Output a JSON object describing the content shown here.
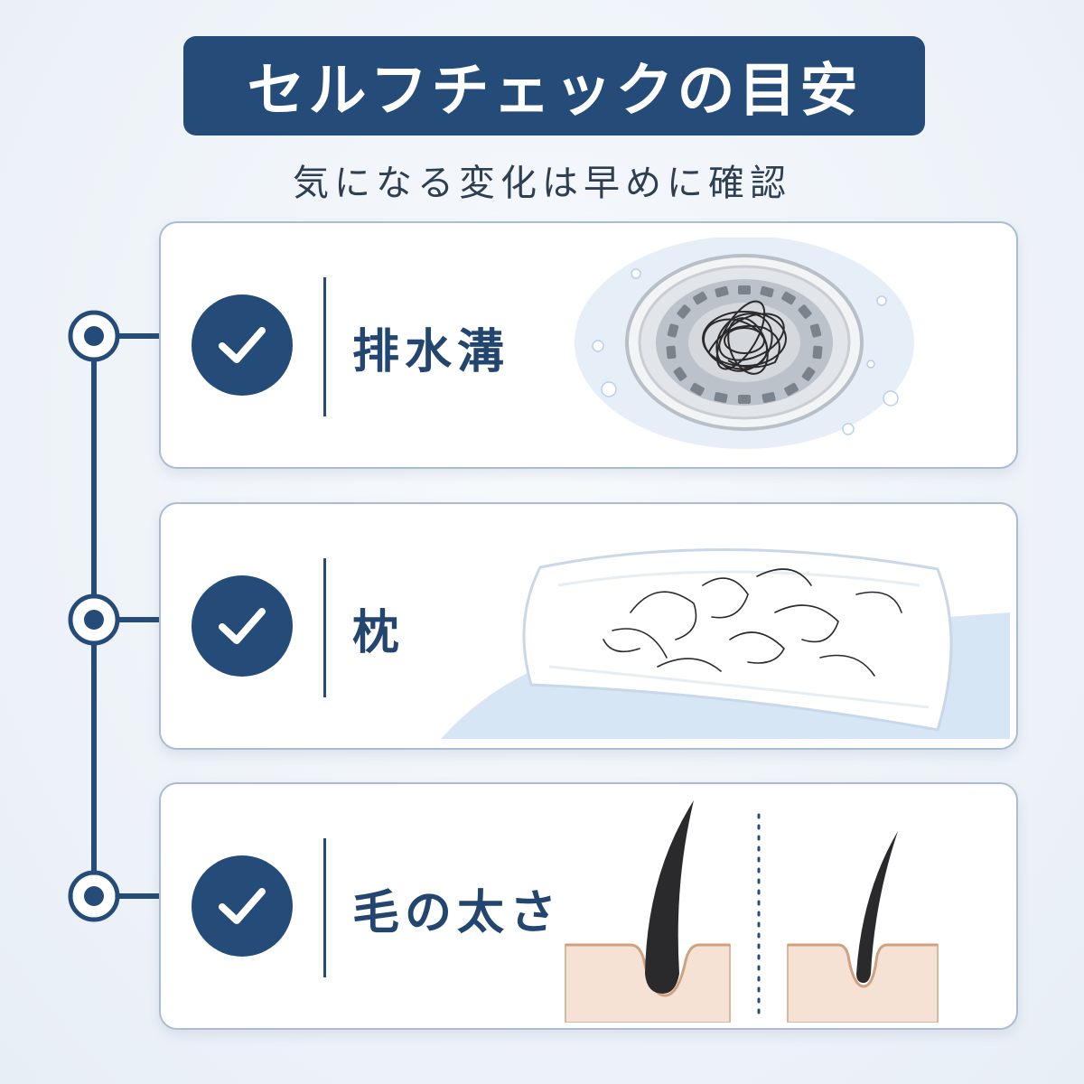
{
  "header": {
    "title": "セルフチェックの目安",
    "subtitle": "気になる変化は早めに確認"
  },
  "items": [
    {
      "label": "排水溝",
      "illustration": "drain-with-hair"
    },
    {
      "label": "枕",
      "illustration": "pillow-with-hair"
    },
    {
      "label": "毛の太さ",
      "illustration": "hair-thickness-comparison"
    }
  ],
  "icons": {
    "check": "check-icon"
  },
  "colors": {
    "navy": "#254c78",
    "border": "#a9bcd4",
    "background": "#edf2f8",
    "skin": "#f6e2d4",
    "hair": "#2a2a2c"
  }
}
